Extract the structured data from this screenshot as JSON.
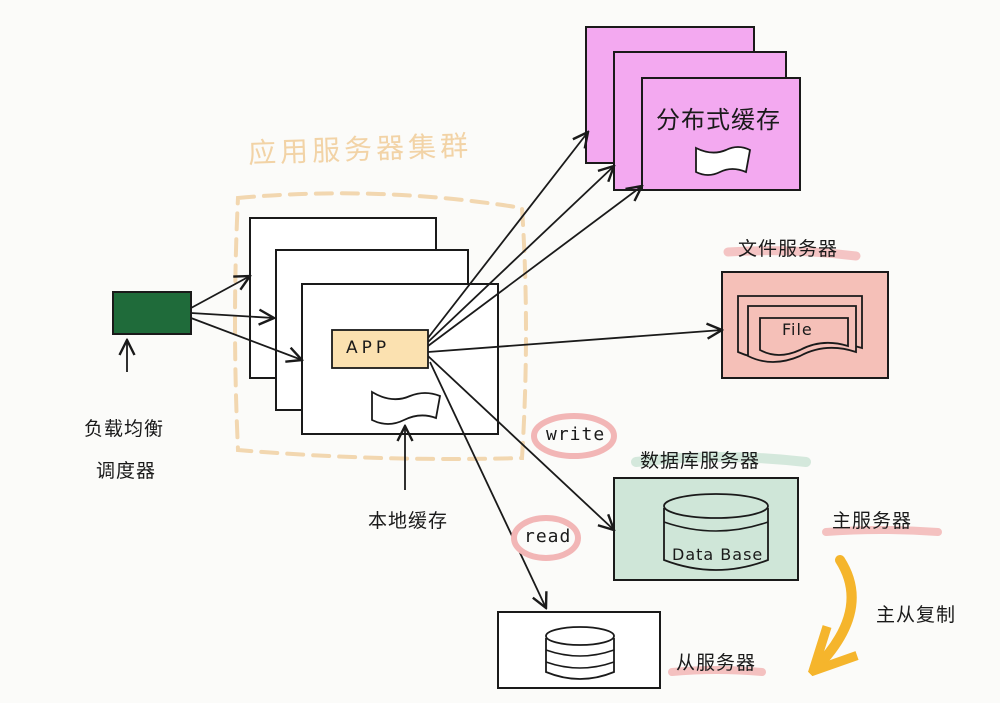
{
  "labels": {
    "cluster": "应用服务器集群",
    "app": "APP",
    "distributed_cache": "分布式缓存",
    "file_server": "文件服务器",
    "file": "File",
    "db_server": "数据库服务器",
    "database": "Data Base",
    "master": "主服务器",
    "slave": "从服务器",
    "replication": "主从复制",
    "local_cache": "本地缓存",
    "load_balancer_line1": "负载均衡",
    "load_balancer_line2": "调度器",
    "write": "write",
    "read": "read"
  },
  "colors": {
    "load_balancer": "#1f6b3a",
    "app_box": "#fbe1b0",
    "cluster_border": "#f2d7b0",
    "cache_fill": "#f3a9f0",
    "file_server_fill": "#f5c0b8",
    "db_server_fill": "#cfe6d8",
    "replication_arrow": "#f5b52c",
    "highlight": "#f2b6b6",
    "ink": "#1a1a1a"
  }
}
